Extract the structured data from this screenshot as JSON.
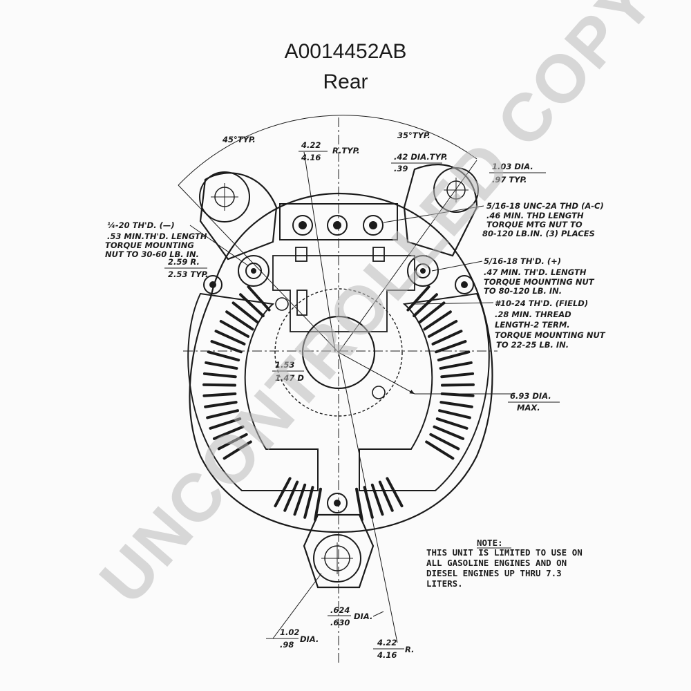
{
  "header": {
    "part_number": "A0014452AB",
    "view": "Rear"
  },
  "drawing": {
    "dims": {
      "angle_left": "45°TYP.",
      "angle_right": "35°TYP.",
      "r_top_num": "4.22",
      "r_top_den": "4.16",
      "r_top_suffix": "R.TYP.",
      "dia_top_num": ".42 DIA.TYP.",
      "dia_top_den": ".39",
      "dia_right_num": "1.03 DIA.",
      "dia_right_den": ".97 TYP.",
      "r_mid_num": "2.59 R.",
      "r_mid_den": "2.53 TYP.",
      "hub_num": "1.53",
      "hub_den": "1.47 D",
      "overall_num": "6.93 DIA.",
      "overall_den": "MAX.",
      "bore_num": ".624",
      "bore_den": ".630",
      "bore_suffix": "DIA.",
      "boss_num": "1.02",
      "boss_den": ".98",
      "boss_suffix": "DIA.",
      "r_bot_num": "4.22",
      "r_bot_den": "4.16",
      "r_bot_suffix": "R."
    },
    "callouts": {
      "neg_terminal": [
        "¼-20 TH'D. (—)",
        ".53 MIN.TH'D. LENGTH",
        "TORQUE MOUNTING",
        "NUT TO 30-60 LB. IN."
      ],
      "ac_terminal": [
        "5/16-18 UNC-2A THD (A-C)",
        ".46 MIN. THD LENGTH",
        "TORQUE MTG NUT TO",
        "80-120 LB.IN. (3) PLACES"
      ],
      "pos_terminal": [
        "5/16-18 TH'D. (+)",
        ".47 MIN. TH'D. LENGTH",
        "TORQUE MOUNTING NUT",
        "TO 80-120 LB. IN."
      ],
      "field_terminal": [
        "#10-24 TH'D. (FIELD)",
        ".28 MIN. THREAD",
        "LENGTH-2 TERM.",
        "TORQUE MOUNTING NUT",
        "TO 22-25 LB. IN."
      ]
    },
    "note": {
      "heading": "NOTE:",
      "lines": [
        "THIS UNIT IS LIMITED TO USE ON",
        "ALL GASOLINE ENGINES AND ON",
        "DIESEL ENGINES UP THRU 7.3",
        "LITERS."
      ]
    }
  },
  "watermark": "UNCONTROLLED COPY"
}
